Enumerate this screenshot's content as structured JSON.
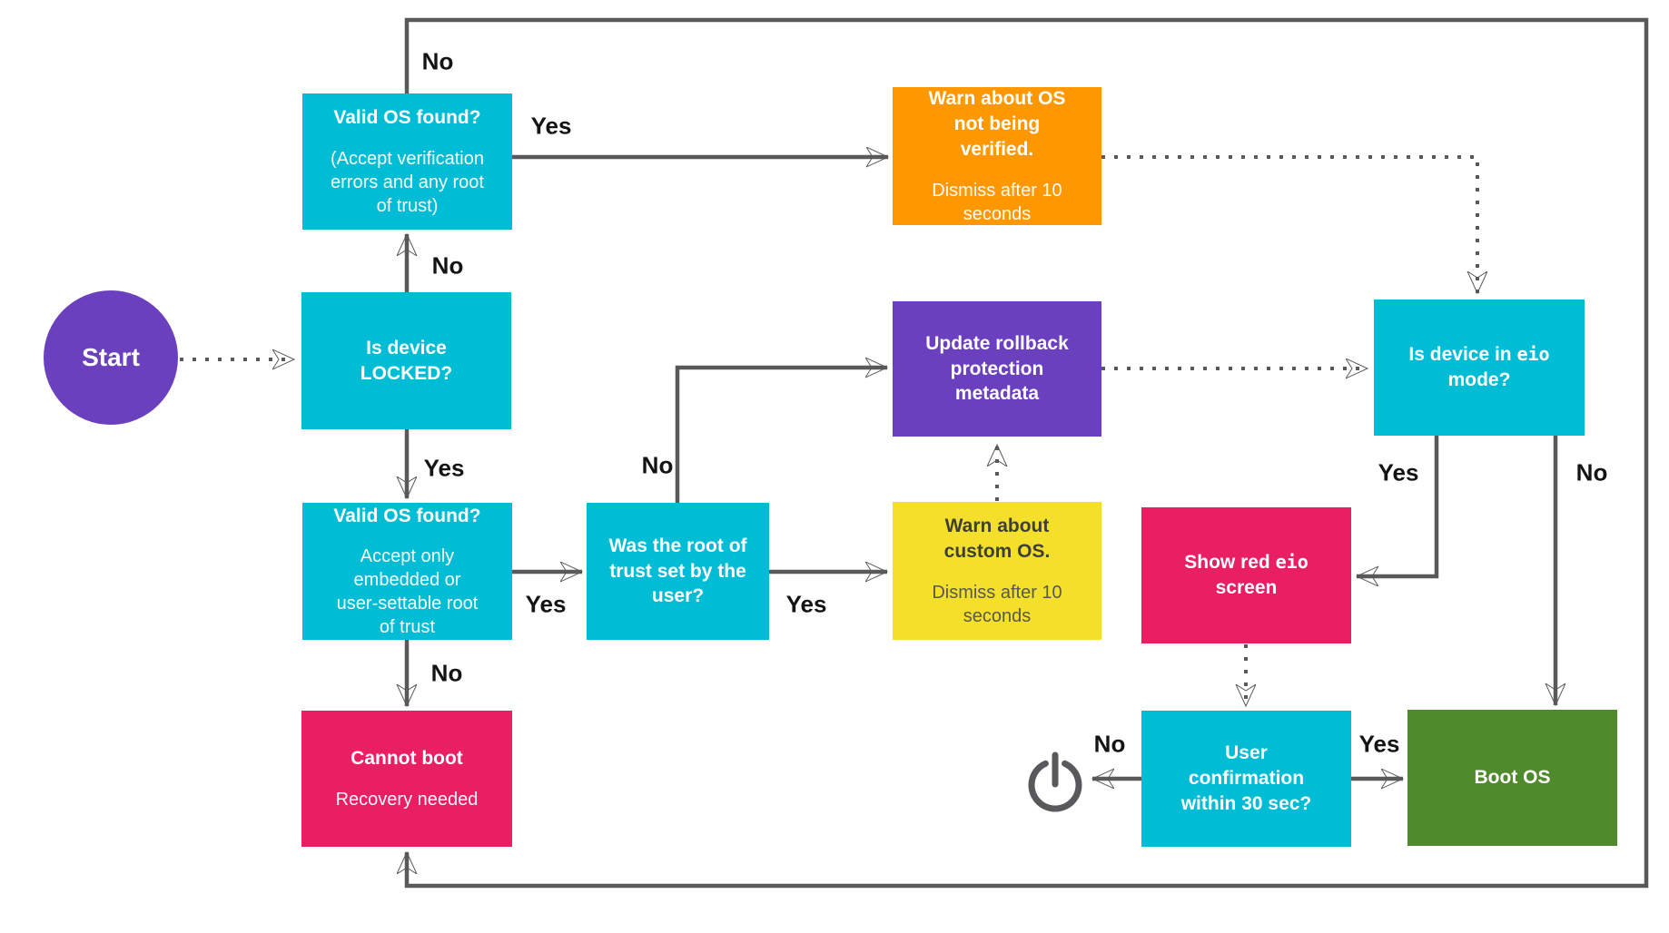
{
  "colors": {
    "cyan": "#00BCD4",
    "purple": "#6B40BE",
    "orange": "#FF9800",
    "yellow": "#F4E02B",
    "pink": "#E91E63",
    "green": "#4F8A2C",
    "line": "#58595B",
    "label_text": "#141414",
    "background": "#FFFFFF"
  },
  "icons": {
    "power": "power-symbol-ring-with-stem"
  },
  "diagram": {
    "start": {
      "label": "Start"
    },
    "nodes": {
      "valid_os_unlocked": {
        "title": "Valid OS found?",
        "subtitle": "(Accept verification\nerrors and any root\nof trust)"
      },
      "warn_not_verified": {
        "title": "Warn about OS\nnot being\nverified.",
        "subtitle": "Dismiss after 10\nseconds"
      },
      "is_locked": {
        "title": "Is device\nLOCKED?"
      },
      "update_rollback": {
        "title": "Update rollback\nprotection\nmetadata"
      },
      "is_eio": {
        "pre": "Is device in ",
        "mono": "eio",
        "post": "\nmode?"
      },
      "valid_os_locked": {
        "title": "Valid OS found?",
        "subtitle": "Accept only\nembedded or\nuser-settable root\nof trust"
      },
      "root_of_trust": {
        "title": "Was the root of\ntrust set by the\nuser?"
      },
      "warn_custom": {
        "title": "Warn about\ncustom OS.",
        "subtitle": "Dismiss after 10\nseconds"
      },
      "show_red_eio": {
        "pre": "Show red ",
        "mono": "eio",
        "post": "\nscreen"
      },
      "cannot_boot": {
        "title": "Cannot boot",
        "subtitle": "Recovery needed"
      },
      "user_confirmation": {
        "title": "User\nconfirmation\nwithin 30 sec?"
      },
      "boot_os": {
        "title": "Boot OS"
      }
    },
    "edge_labels": {
      "no_top": "No",
      "yes_warn": "Yes",
      "no_locked": "No",
      "yes_locked": "Yes",
      "no_valid2": "No",
      "yes_valid2": "Yes",
      "no_root": "No",
      "yes_root": "Yes",
      "yes_eio": "Yes",
      "no_eio": "No",
      "no_conf": "No",
      "yes_conf": "Yes"
    }
  }
}
